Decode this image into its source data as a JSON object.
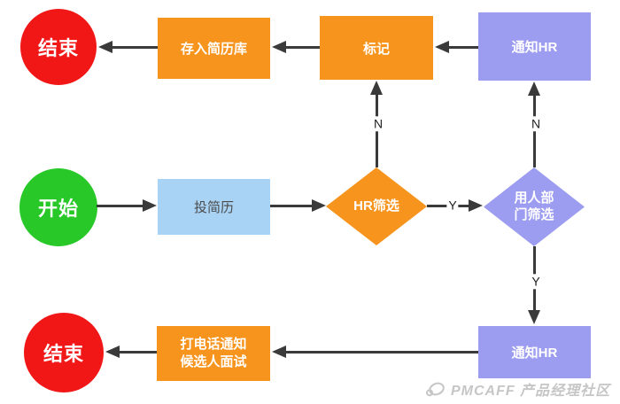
{
  "colors": {
    "orange": "#F7941D",
    "purple": "#9C9CF0",
    "blue": "#A9D3F5",
    "green": "#28C828",
    "red": "#F11717",
    "arrow": "#3A3A3A",
    "edge_label": "#222222",
    "blue_box_text": "#4A4A4A",
    "watermark": "#C6C6C6"
  },
  "nodes": {
    "end_top": "结束",
    "store_resume": "存入简历库",
    "mark": "标记",
    "notify_hr_top": "通知HR",
    "start": "开始",
    "submit_resume": "投简历",
    "hr_screening": "HR筛选",
    "dept_screening": "用人部门筛选",
    "notify_hr_bottom": "通知HR",
    "call_candidate": "打电话通知候选人面试",
    "end_bottom": "结束"
  },
  "edge_labels": {
    "hr_screening_no": "N",
    "dept_screening_no": "N",
    "hr_screening_yes": "Y",
    "dept_screening_yes": "Y"
  },
  "watermark": "PMCAFF 产品经理社区"
}
